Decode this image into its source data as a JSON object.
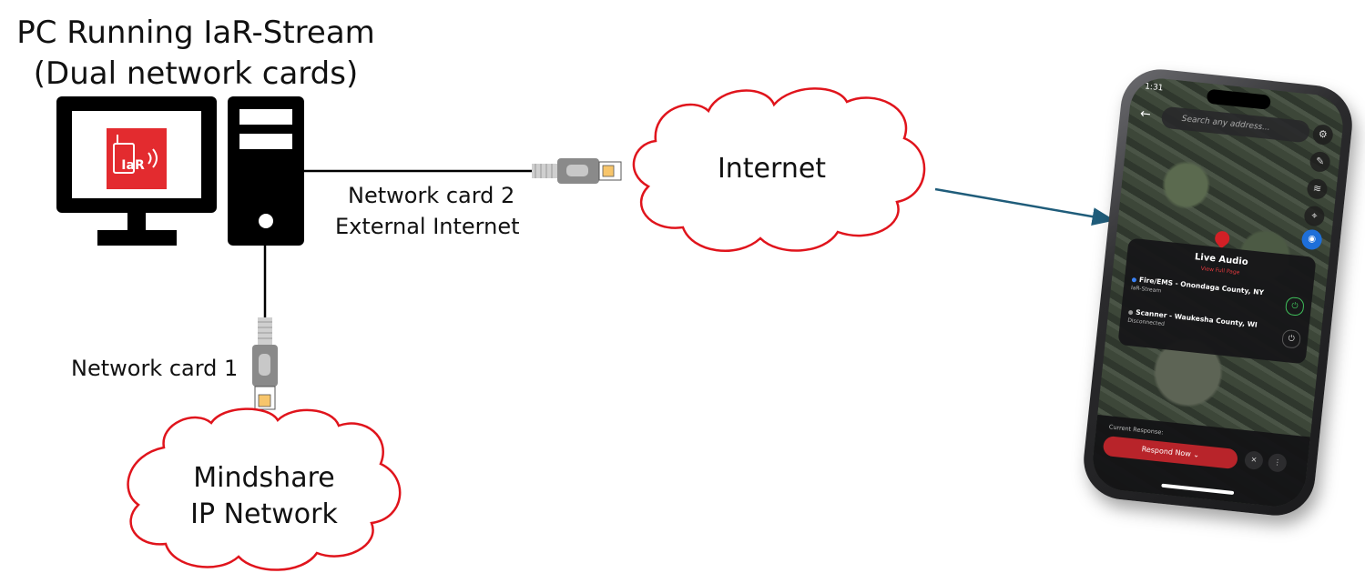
{
  "pc": {
    "title_line1": "PC Running IaR-Stream",
    "title_line2": "(Dual network cards)",
    "app_logo_text": "IaR"
  },
  "connections": {
    "card2_line1": "Network card 2",
    "card2_line2": "External Internet",
    "card1": "Network card 1"
  },
  "clouds": {
    "internet": "Internet",
    "mindshare_line1": "Mindshare",
    "mindshare_line2": "IP Network"
  },
  "phone": {
    "time": "1:31",
    "search_placeholder": "Search any address...",
    "panel_title": "Live Audio",
    "panel_link": "View Full Page",
    "feeds": [
      {
        "name": "Fire/EMS - Onondaga County, NY",
        "status": "IaR-Stream",
        "dot_color": "#3b82f6",
        "power_color": "#3fbf5a"
      },
      {
        "name": "Scanner - Waukesha County, WI",
        "status": "Disconnected",
        "dot_color": "#9a9a9a",
        "power_color": "#cccccc"
      }
    ],
    "current_label": "Current Response:",
    "respond_label": "Respond Now"
  },
  "colors": {
    "cloud_outline": "#e0141c",
    "arrow": "#1f5c7a",
    "logo_red": "#e32b2f",
    "cable_gray": "#8a8a8a"
  }
}
